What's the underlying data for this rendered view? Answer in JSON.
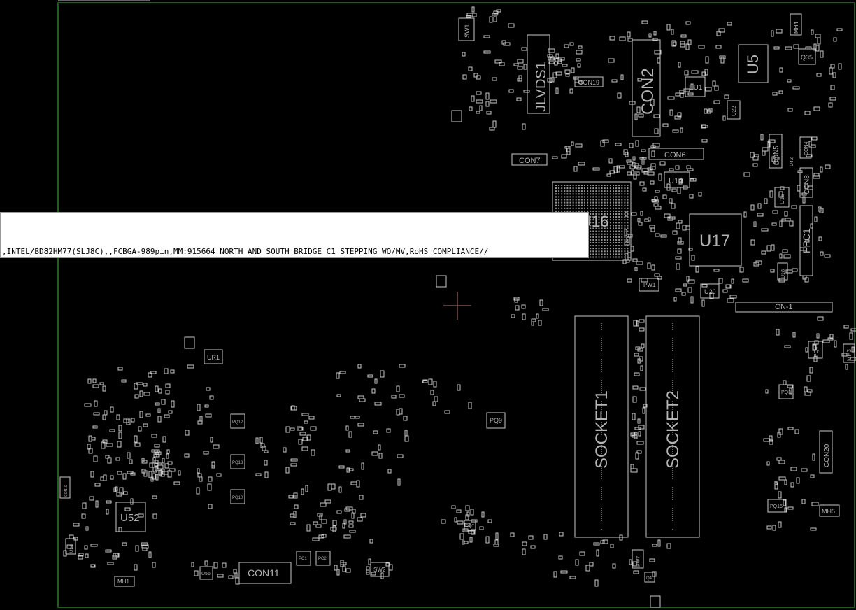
{
  "colors": {
    "background": "#000000",
    "silkscreen": "#c8c8c8",
    "board_outline": "#2a7a2a",
    "cursor": "#b07a7a",
    "tooltip_bg": "#ffffff"
  },
  "components": {
    "sw1": "SW1",
    "jlvds1": "JLVDS1",
    "con2": "CON2",
    "con19": "CON19",
    "u5": "U5",
    "q35": "Q35",
    "mh4": "MH4",
    "eu1": "EU1",
    "u22": "U22",
    "con6": "CON6",
    "con7": "CON7",
    "u14": "U14",
    "con5": "CON5",
    "con4": "CON4",
    "u42": "U42",
    "con8": "CON8",
    "u15": "U15",
    "u16": "U16",
    "u17": "U17",
    "fpc1": "FPC1",
    "u18": "U18",
    "pw1": "PW1",
    "u20": "U20",
    "cn1": "CN-1",
    "socket1": "SOCKET1",
    "socket2": "SOCKET2",
    "pq4": "PQ4",
    "mh3": "MH3",
    "pq3": "PQ3",
    "con20": "CON20",
    "pq15": "PQ15",
    "mh5": "MH5",
    "pq9": "PQ9",
    "pq12": "PQ12",
    "pq13": "PQ13",
    "pq10": "PQ10",
    "ur1": "UR1",
    "u52": "U52",
    "con11": "CON11",
    "sw2": "SW2",
    "pw7": "PW7",
    "mh1": "MH1",
    "u56": "U56",
    "u34": "U34",
    "con10": "CON10",
    "pc1": "PC1",
    "pc2": "PC2",
    "pq7": "PQ7",
    "q4": "Q4"
  },
  "tooltip": {
    "text": ",INTEL/BD82HM77(SLJ8C),,FCBGA-989pin,MM:915664 NORTH AND SOUTH BRIDGE C1 STEPPING WO/MV,RoHS COMPLIANCE//"
  }
}
